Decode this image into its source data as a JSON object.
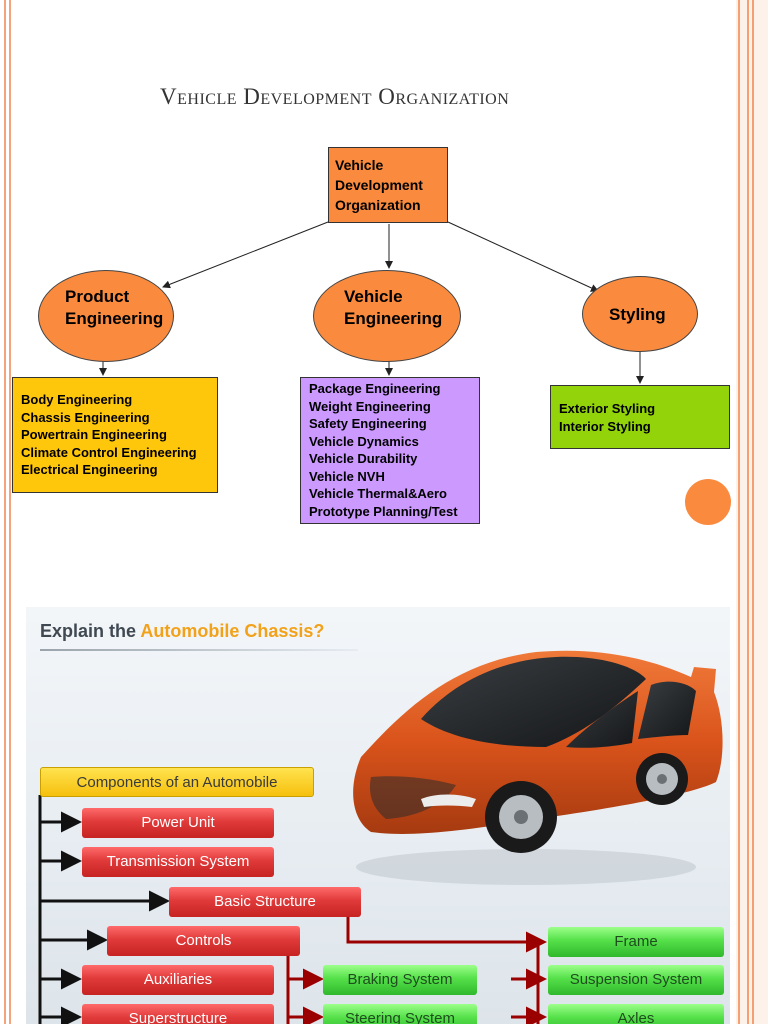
{
  "title": "Vehicle Development Organization",
  "org_chart": {
    "root": [
      "Vehicle",
      "Development",
      "Organization"
    ],
    "branches": [
      {
        "name": [
          "Product",
          "Engineering"
        ],
        "items": [
          "Body Engineering",
          "Chassis Engineering",
          "Powertrain Engineering",
          "Climate Control Engineering",
          "Electrical Engineering"
        ]
      },
      {
        "name": [
          "Vehicle",
          "Engineering"
        ],
        "items": [
          "Package Engineering",
          "Weight Engineering",
          "Safety Engineering",
          "Vehicle Dynamics",
          "Vehicle Durability",
          "Vehicle NVH",
          "Vehicle Thermal&Aero",
          "Prototype Planning/Test"
        ]
      },
      {
        "name": [
          "Styling"
        ],
        "items": [
          "Exterior Styling",
          "Interior Styling"
        ]
      }
    ]
  },
  "chassis_slide": {
    "question_prefix": "Explain the",
    "question_highlight": "Automobile Chassis?",
    "components_header": "Components of an Automobile",
    "components": [
      "Power Unit",
      "Transmission System",
      "Basic Structure",
      "Controls",
      "Auxiliaries",
      "Superstructure"
    ],
    "controls_children": [
      "Braking System",
      "Steering System"
    ],
    "structure_children": [
      "Frame",
      "Suspension System",
      "Axles"
    ]
  },
  "colors": {
    "orange": "#f98a3e",
    "yellow": "#ffc70b",
    "purple": "#cc99ff",
    "green": "#93d30a",
    "red_pill": "#e03a3a",
    "green_pill": "#55e04a",
    "connector": "#9b0000"
  }
}
